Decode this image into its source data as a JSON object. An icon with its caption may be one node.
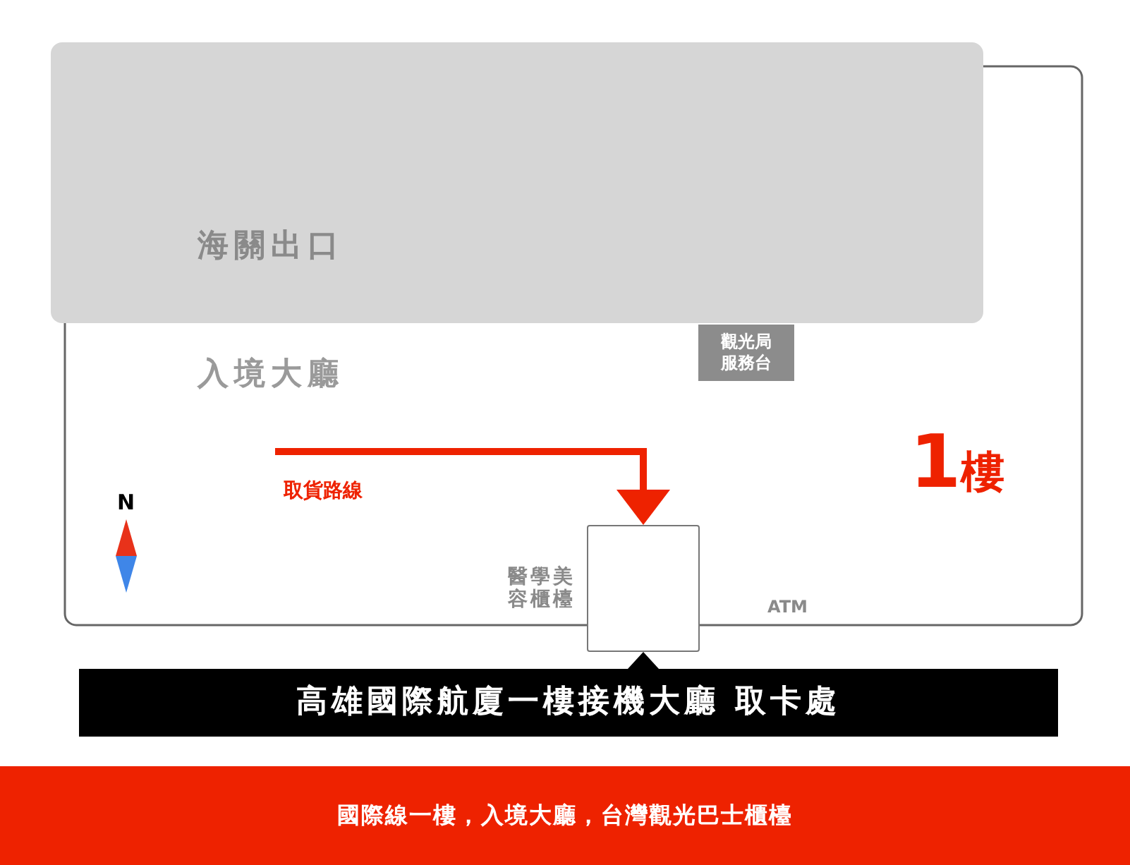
{
  "diagram": {
    "caption": "國際線一樓，入境大廳，台灣觀光巴士櫃檯",
    "nodes": [
      {
        "text": [
          "入境大廳"
        ]
      },
      {
        "text": [
          "海關出口"
        ],
        "in": 0
      },
      {
        "text": [
          "觀光局服務台"
        ],
        "in": 0
      },
      {
        "text": [],
        "shape": "box",
        "in": 0
      },
      {
        "text": [
          "高雄國際航廈一樓接機大廳 取卡處"
        ]
      }
    ],
    "edges": [
      {
        "from": null,
        "to": 3,
        "arrow": "to",
        "label": "取貨路線",
        "style": "thick",
        "color": "#ee2200"
      },
      {
        "from": 4,
        "to": 3,
        "arrow": "to",
        "color": "#000000"
      }
    ],
    "labels": [
      "1樓",
      "N",
      "醫學美容櫃檯",
      "ATM"
    ]
  }
}
